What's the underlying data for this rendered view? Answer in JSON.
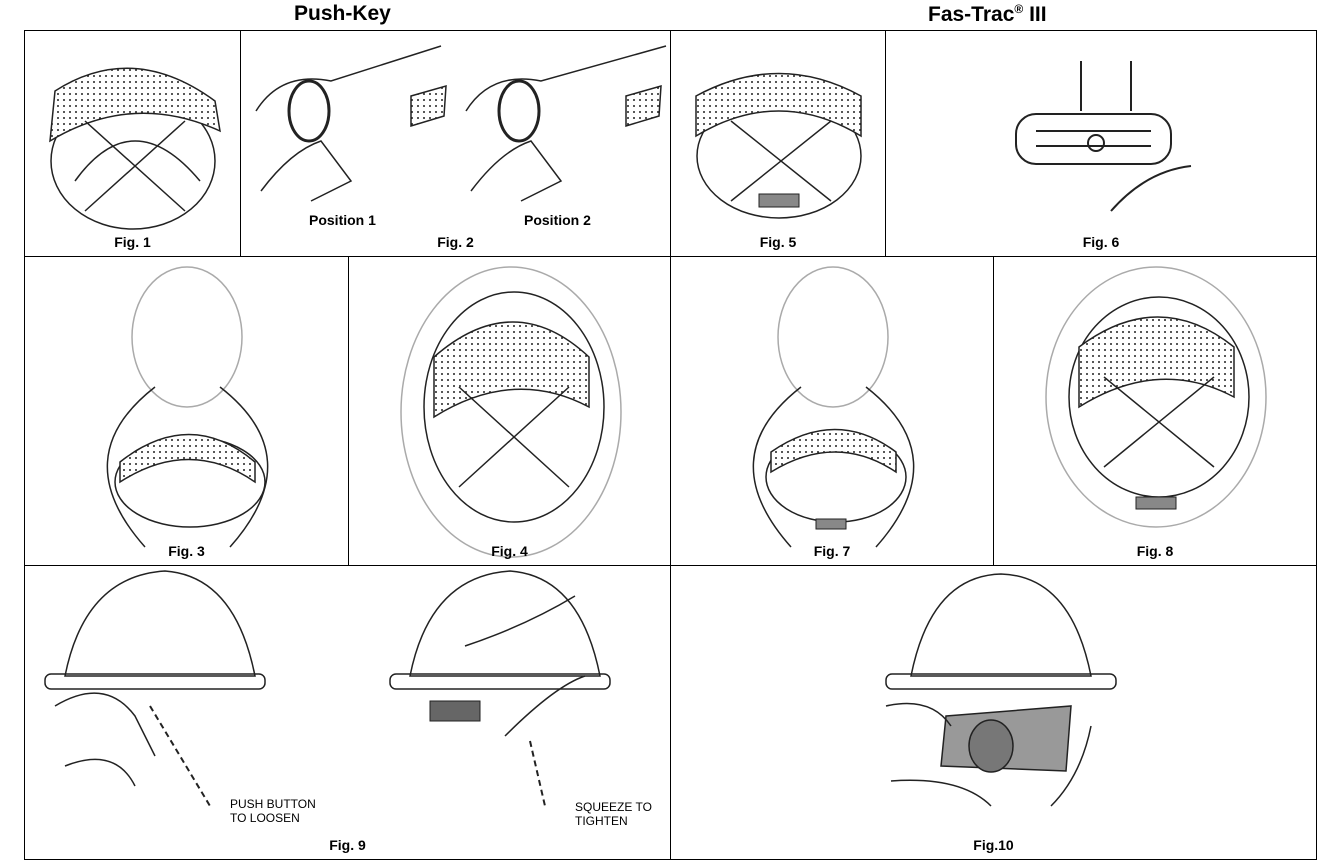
{
  "headers": {
    "left": "Push-Key",
    "right_main": "Fas-Trac",
    "right_reg": "®",
    "right_suffix": " III"
  },
  "figures": {
    "fig1": "Fig. 1",
    "fig2": "Fig. 2",
    "fig2_pos1": "Position 1",
    "fig2_pos2": "Position 2",
    "fig3": "Fig. 3",
    "fig4": "Fig. 4",
    "fig5": "Fig. 5",
    "fig6": "Fig. 6",
    "fig7": "Fig. 7",
    "fig8": "Fig. 8",
    "fig9": "Fig. 9",
    "fig9_push_1": "PUSH BUTTON",
    "fig9_push_2": "TO LOOSEN",
    "fig9_squeeze_1": "SQUEEZE TO",
    "fig9_squeeze_2": "TIGHTEN",
    "fig10": "Fig.10"
  }
}
